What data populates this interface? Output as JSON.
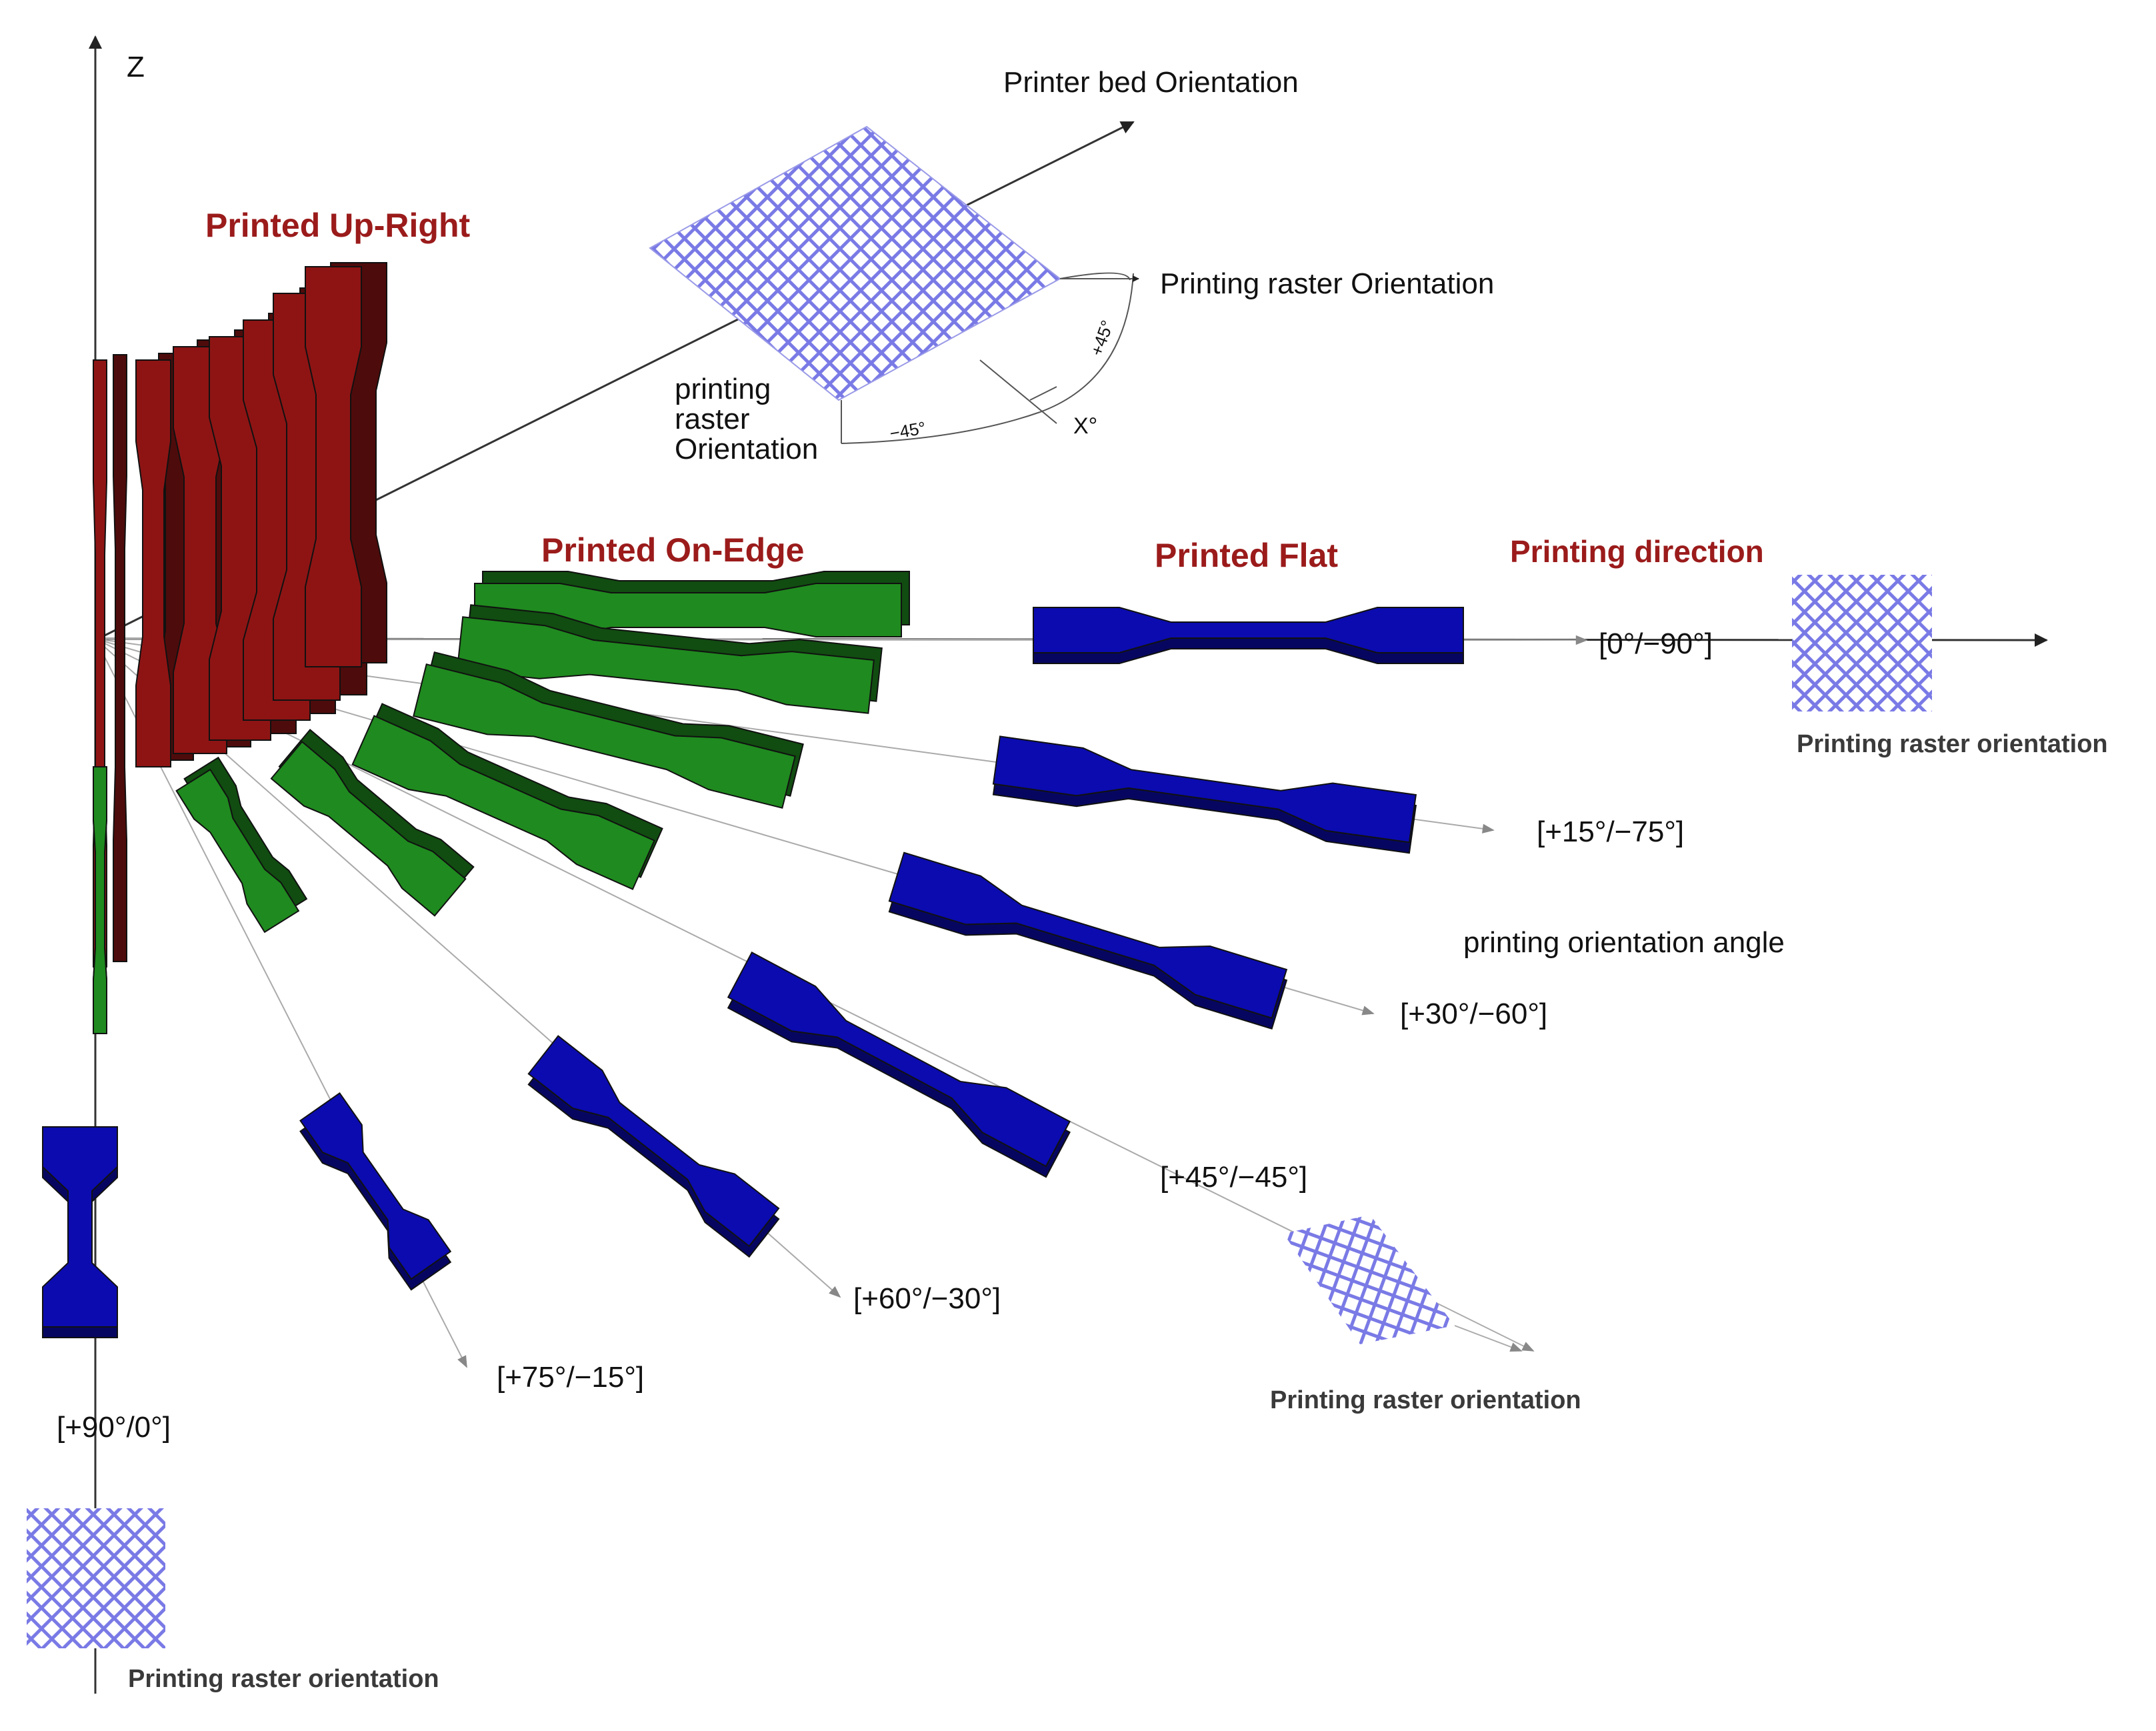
{
  "axes": {
    "z_label": "Z",
    "x_label": "X°",
    "bed_label": "Printer bed Orientation"
  },
  "titles": {
    "upright": "Printed Up-Right",
    "onedge": "Printed On-Edge",
    "flat": "Printed Flat",
    "direction": "Printing direction"
  },
  "raster_top": {
    "right_label": "Printing raster Orientation",
    "left_label_lines": [
      "printing",
      "raster",
      "Orientation"
    ],
    "plus_angle": "+45°",
    "minus_angle": "−45°"
  },
  "angle_caption": "printing orientation angle",
  "orientations": [
    {
      "label": "[0°/−90°]"
    },
    {
      "label": "[+15°/−75°]"
    },
    {
      "label": "[+30°/−60°]"
    },
    {
      "label": "[+45°/−45°]"
    },
    {
      "label": "[+60°/−30°]"
    },
    {
      "label": "[+75°/−15°]"
    },
    {
      "label": "[+90°/0°]"
    }
  ],
  "raster_captions": {
    "right": "Printing raster orientation",
    "diag": "Printing raster orientation",
    "bottom": "Printing raster orientation"
  },
  "colors": {
    "upright": "#8e1414",
    "onedge": "#1f8a1f",
    "flat": "#0b0bb0",
    "raster": "#7a7ae6",
    "title": "#9b1b1b"
  }
}
